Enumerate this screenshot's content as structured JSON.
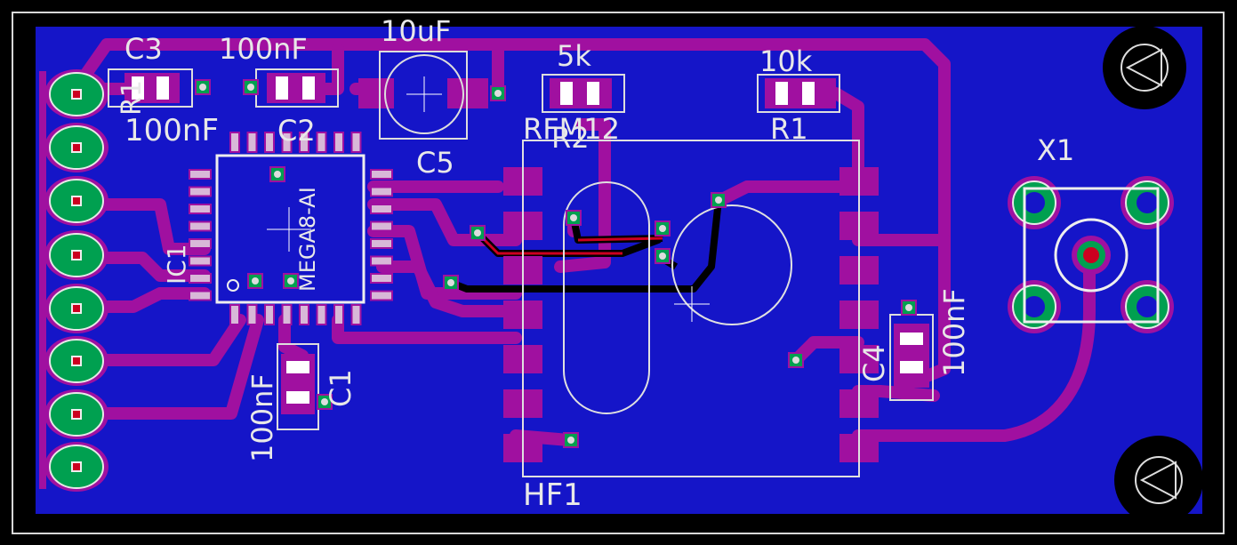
{
  "title": "",
  "colors": {
    "background": "#000000",
    "board": "#1515c8",
    "trace": "#a010a0",
    "bottom_trace": "#cc0020",
    "via": "#00a050",
    "silkscreen": "#e8e8e8",
    "pad": "#a010a0"
  },
  "labels": {
    "c3": "C3",
    "c3_value": "100nF",
    "c2_value": "100nF",
    "c2": "C2",
    "c5_value": "10uF",
    "c5": "C5",
    "r2_value": "5k",
    "r2": "R2",
    "rfm": "RFM12",
    "r1_value": "10k",
    "r1": "R1",
    "x1": "X1",
    "ic1": "IC1",
    "ic1_part": "MEGA8-AI",
    "c1": "C1",
    "c1_value": "100nF",
    "c4": "C4",
    "c4_value": "100nF",
    "hf1": "HF1",
    "r_partial": "R1"
  }
}
